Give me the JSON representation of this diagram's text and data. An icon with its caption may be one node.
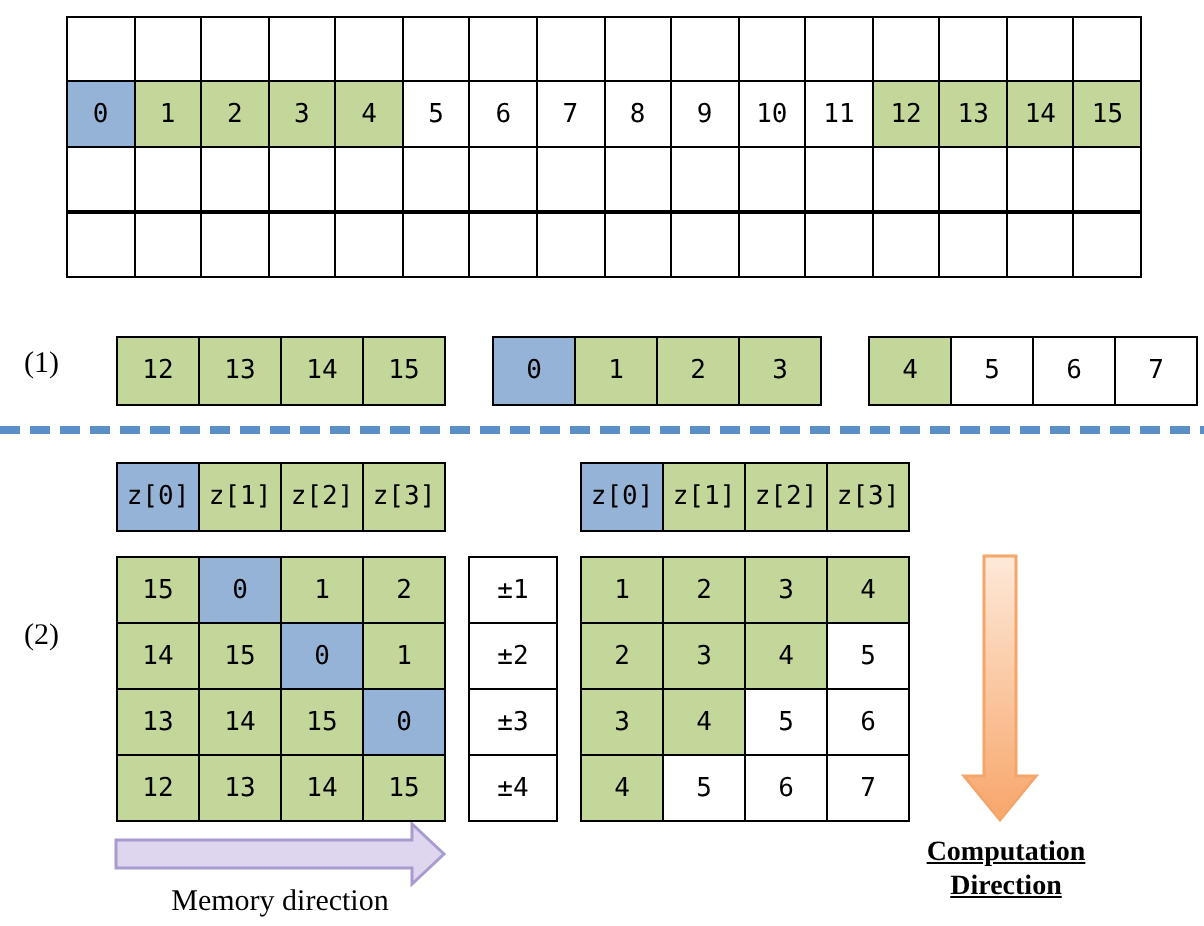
{
  "diagram": {
    "labels": [
      "0",
      "1",
      "2",
      "3",
      "4",
      "5",
      "6",
      "7",
      "8",
      "9",
      "10",
      "11",
      "12",
      "13",
      "14",
      "15",
      "(1)",
      "12",
      "13",
      "14",
      "15",
      "0",
      "1",
      "2",
      "3",
      "4",
      "5",
      "6",
      "7",
      "z[0]",
      "z[1]",
      "z[2]",
      "z[3]",
      "z[0]",
      "z[1]",
      "z[2]",
      "z[3]",
      "(2)",
      "15",
      "0",
      "1",
      "2",
      "±1",
      "1",
      "2",
      "3",
      "4",
      "14",
      "15",
      "0",
      "1",
      "±2",
      "2",
      "3",
      "4",
      "5",
      "13",
      "14",
      "15",
      "0",
      "±3",
      "3",
      "4",
      "5",
      "6",
      "12",
      "13",
      "14",
      "15",
      "±4",
      "4",
      "5",
      "6",
      "7",
      "Memory direction",
      "Computation Direction"
    ]
  }
}
